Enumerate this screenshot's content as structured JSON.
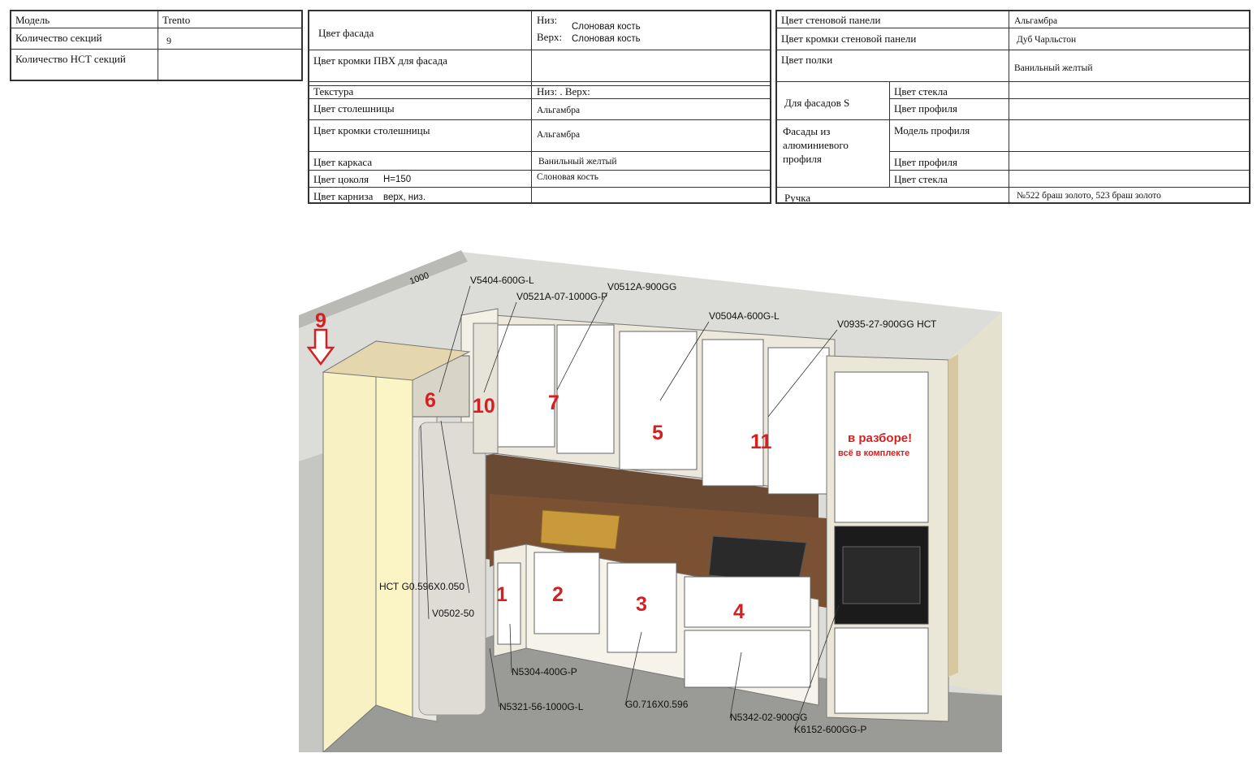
{
  "table1": {
    "rows": [
      {
        "label": "Модель",
        "value": "Trento"
      },
      {
        "label": "Количество секций",
        "value": "9"
      },
      {
        "label": "Количество НСТ секций",
        "value": ""
      }
    ]
  },
  "table2": {
    "facade_color": {
      "label": "Цвет фасада",
      "bottom_key": "Низ:",
      "bottom_value": "Слоновая кость",
      "top_key": "Верх:",
      "top_value": "Слоновая кость"
    },
    "facade_edge": {
      "label": "Цвет кромки ПВХ для фасада",
      "value": ""
    },
    "texture": {
      "label": "Текстура",
      "value": "Низ: . Верх:"
    },
    "countertop": {
      "label": "Цвет столешницы",
      "value": "Альгамбра"
    },
    "countertop_edge": {
      "label": "Цвет кромки столешницы",
      "value": "Альгамбра"
    },
    "carcass": {
      "label": "Цвет каркаса",
      "value": "Ванильный желтый"
    },
    "plinth": {
      "label": "Цвет цоколя",
      "label_extra": "H=150",
      "value": "Слоновая кость"
    },
    "cornice": {
      "label": "Цвет карниза",
      "label_extra": "верх, низ.",
      "value": ""
    }
  },
  "table3": {
    "wall_panel": {
      "label": "Цвет стеновой панели",
      "value": "Альгамбра"
    },
    "wall_panel_edge": {
      "label": "Цвет кромки стеновой панели",
      "value": "Дуб Чарльстон"
    },
    "shelf": {
      "label": "Цвет полки",
      "value": "Ванильный желтый"
    },
    "facades_s": {
      "label": "Для фасадов S",
      "glass": "Цвет стекла",
      "profile": "Цвет профиля",
      "glass_value": "",
      "profile_value": ""
    },
    "alu": {
      "label": "Фасады из алюминиевого профиля",
      "model": "Модель профиля",
      "profile": "Цвет профиля",
      "glass": "Цвет стекла"
    },
    "handle": {
      "label": "Ручка",
      "value": "№522 браш золото, 523 браш золото"
    }
  },
  "scene": {
    "dimension": "1000",
    "codes": {
      "c1": "V5404-600G-L",
      "c2": "V0521A-07-1000G-P",
      "c3": "V0512A-900GG",
      "c4": "V0504A-600G-L",
      "c5": "V0935-27-900GG НСТ",
      "c6": "НСТ G0.596X0.050",
      "c7": "V0502-50",
      "c8": "N5304-400G-P",
      "c9": "N5321-56-1000G-L",
      "c10": "G0.716X0.596",
      "c11": "N5342-02-900GG",
      "c12": "K6152-600GG-P"
    },
    "numbers": [
      "1",
      "2",
      "3",
      "4",
      "5",
      "6",
      "7",
      "9",
      "10",
      "11"
    ],
    "note_main": "в разборе!",
    "note_sub": "всё в комплекте",
    "colors": {
      "marker": "#d42020",
      "carcass": "#fbf5c6",
      "countertop": "#7a5132",
      "facade": "#ffffff",
      "wall": "#cfcfcb",
      "floor": "#9b9b98"
    }
  }
}
